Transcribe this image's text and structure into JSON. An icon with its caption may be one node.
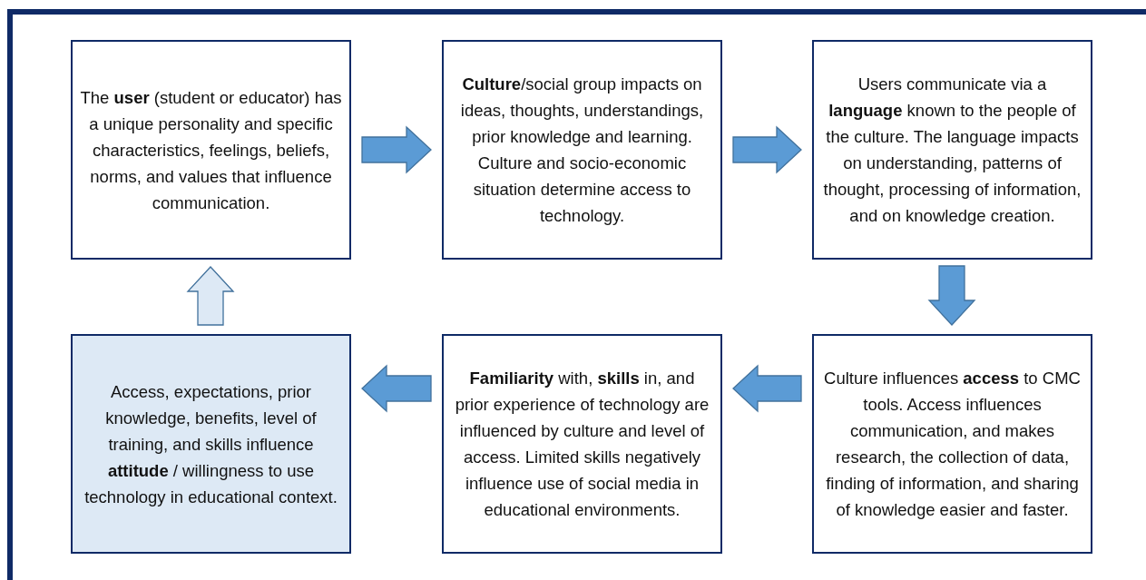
{
  "diagram": {
    "nodes": [
      {
        "text": [
          "The **user** (student or educator) has a unique personality and specific characteristics, feelings, beliefs, norms, and values that influence communication."
        ]
      },
      {
        "text": [
          "**Culture**/social group impacts on ideas, thoughts, understandings, prior knowledge and learning. Culture and socio-economic situation determine access to technology."
        ]
      },
      {
        "text": [
          "Users communicate via a **language** known to the people of the culture. The language impacts on understanding, patterns of thought, processing of information, and on knowledge creation."
        ]
      },
      {
        "text": [
          "Culture influences **access** to CMC tools. Access influences communication, and makes research, the collection of data, finding of information, and sharing of knowledge easier and faster."
        ]
      },
      {
        "text": [
          "**Familiarity** with, **skills** in, and prior experience of technology are influenced by culture and level of access. Limited skills negatively influence use of social media in educational environments."
        ]
      },
      {
        "text": [
          "Access, expectations, prior knowledge, benefits, level of training, and skills influence **attitude** / willingness to use technology in educational context."
        ]
      }
    ],
    "edges": [
      {
        "from": 0,
        "to": 1,
        "arrow": "to"
      },
      {
        "from": 1,
        "to": 2,
        "arrow": "to"
      },
      {
        "from": 2,
        "to": 3,
        "arrow": "to"
      },
      {
        "from": 3,
        "to": 4,
        "arrow": "to"
      },
      {
        "from": 4,
        "to": 5,
        "arrow": "to"
      },
      {
        "from": 5,
        "to": 0,
        "arrow": "to",
        "color": "#dde9f5"
      }
    ]
  }
}
